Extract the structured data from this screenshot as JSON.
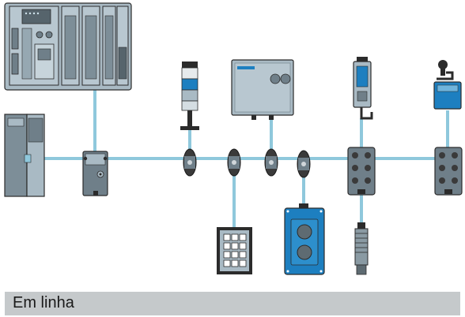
{
  "diagram": {
    "caption": "Em linha",
    "colors": {
      "cable": "#8fc8dc",
      "device_body": "#a9bac4",
      "device_dark": "#6f7f89",
      "outline": "#2b2b2b",
      "box_blue": "#1d7fc0",
      "tee_dark": "#3a3a3a"
    },
    "nodes": [
      {
        "id": "plc-rack",
        "icon": "plc-rack-icon"
      },
      {
        "id": "drive-cabinet",
        "icon": "drive-cabinet-icon"
      },
      {
        "id": "bus-adapter",
        "icon": "bus-adapter-icon"
      },
      {
        "id": "signal-tower",
        "icon": "signal-tower-icon"
      },
      {
        "id": "control-box",
        "icon": "control-box-icon"
      },
      {
        "id": "safety-switch",
        "icon": "safety-switch-icon"
      },
      {
        "id": "limit-switch",
        "icon": "limit-switch-icon"
      },
      {
        "id": "keypad",
        "icon": "keypad-icon"
      },
      {
        "id": "pushbutton-station",
        "icon": "pushbutton-station-icon"
      },
      {
        "id": "prox-sensor",
        "icon": "proximity-sensor-icon"
      },
      {
        "id": "io-splitter-1",
        "icon": "io-splitter-icon"
      },
      {
        "id": "io-splitter-2",
        "icon": "io-splitter-icon"
      },
      {
        "id": "tee-1",
        "icon": "tee-connector-icon"
      },
      {
        "id": "tee-2",
        "icon": "tee-connector-icon"
      },
      {
        "id": "tee-3",
        "icon": "tee-connector-icon"
      },
      {
        "id": "tee-4",
        "icon": "tee-connector-icon"
      }
    ],
    "edges": [
      {
        "from": "drive-cabinet",
        "to": "bus-adapter"
      },
      {
        "from": "bus-adapter",
        "to": "tee-1"
      },
      {
        "from": "tee-1",
        "to": "tee-2"
      },
      {
        "from": "tee-2",
        "to": "tee-3"
      },
      {
        "from": "tee-3",
        "to": "tee-4"
      },
      {
        "from": "tee-4",
        "to": "io-splitter-1"
      },
      {
        "from": "io-splitter-1",
        "to": "io-splitter-2"
      },
      {
        "from": "plc-rack",
        "to": "bus-adapter"
      },
      {
        "from": "signal-tower",
        "to": "tee-1"
      },
      {
        "from": "keypad",
        "to": "tee-2"
      },
      {
        "from": "control-box",
        "to": "tee-3"
      },
      {
        "from": "pushbutton-station",
        "to": "tee-4"
      },
      {
        "from": "safety-switch",
        "to": "io-splitter-1"
      },
      {
        "from": "prox-sensor",
        "to": "io-splitter-1"
      },
      {
        "from": "limit-switch",
        "to": "io-splitter-2"
      }
    ]
  }
}
